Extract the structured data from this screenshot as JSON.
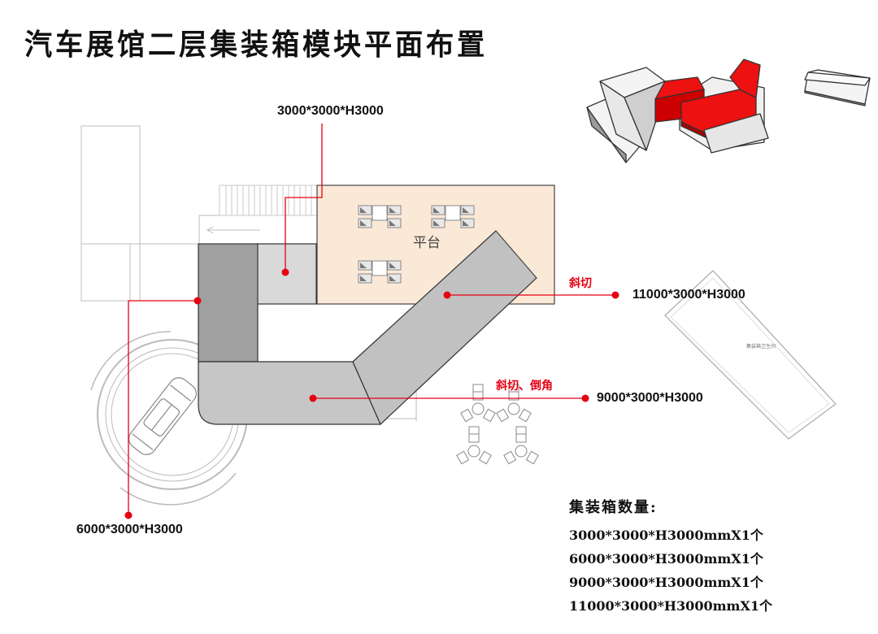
{
  "title": "汽车展馆二层集装箱模块平面布置",
  "platform_label": "平台",
  "small_room_label": "集装箱卫生间",
  "dimension_labels": {
    "box_3000": "3000*3000*H3000",
    "box_6000": "6000*3000*H3000",
    "box_9000": "9000*3000*H3000",
    "box_11000": "11000*3000*H3000"
  },
  "notes": {
    "bevel": "斜切",
    "bevel_chamfer": "斜切、倒角"
  },
  "summary": {
    "title": "集装箱数量:",
    "lines": [
      "3000*3000*H3000mmX1个",
      "6000*3000*H3000mmX1个",
      "9000*3000*H3000mmX1个",
      "11000*3000*H3000mmX1个"
    ]
  },
  "colors": {
    "leader_red": "#e60012",
    "platform_fill": "#fbe9d7",
    "container_gray": "#c4c4c4",
    "container_dark": "#a0a0a0",
    "container_light": "#d9d9d9",
    "model_red": "#ee1111"
  }
}
